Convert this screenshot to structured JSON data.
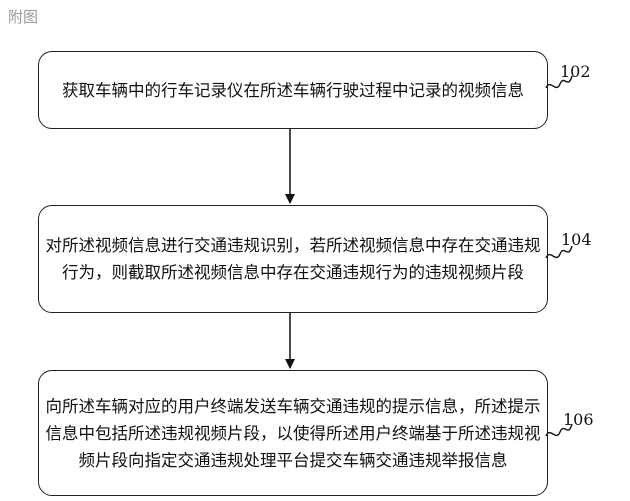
{
  "header": {
    "caption": "附图"
  },
  "steps": [
    {
      "text": "获取车辆中的行车记录仪在所述车辆行驶过程中记录的视频信息",
      "ref": "102"
    },
    {
      "text": "对所述视频信息进行交通违规识别，若所述视频信息中存在交通违规行为，则截取所述视频信息中存在交通违规行为的违规视频片段",
      "ref": "104"
    },
    {
      "text": "向所述车辆对应的用户终端发送车辆交通违规的提示信息，所述提示信息中包括所述违规视频片段，以使得所述用户终端基于所述违规视频片段向指定交通违规处理平台提交车辆交通违规举报信息",
      "ref": "106"
    }
  ]
}
